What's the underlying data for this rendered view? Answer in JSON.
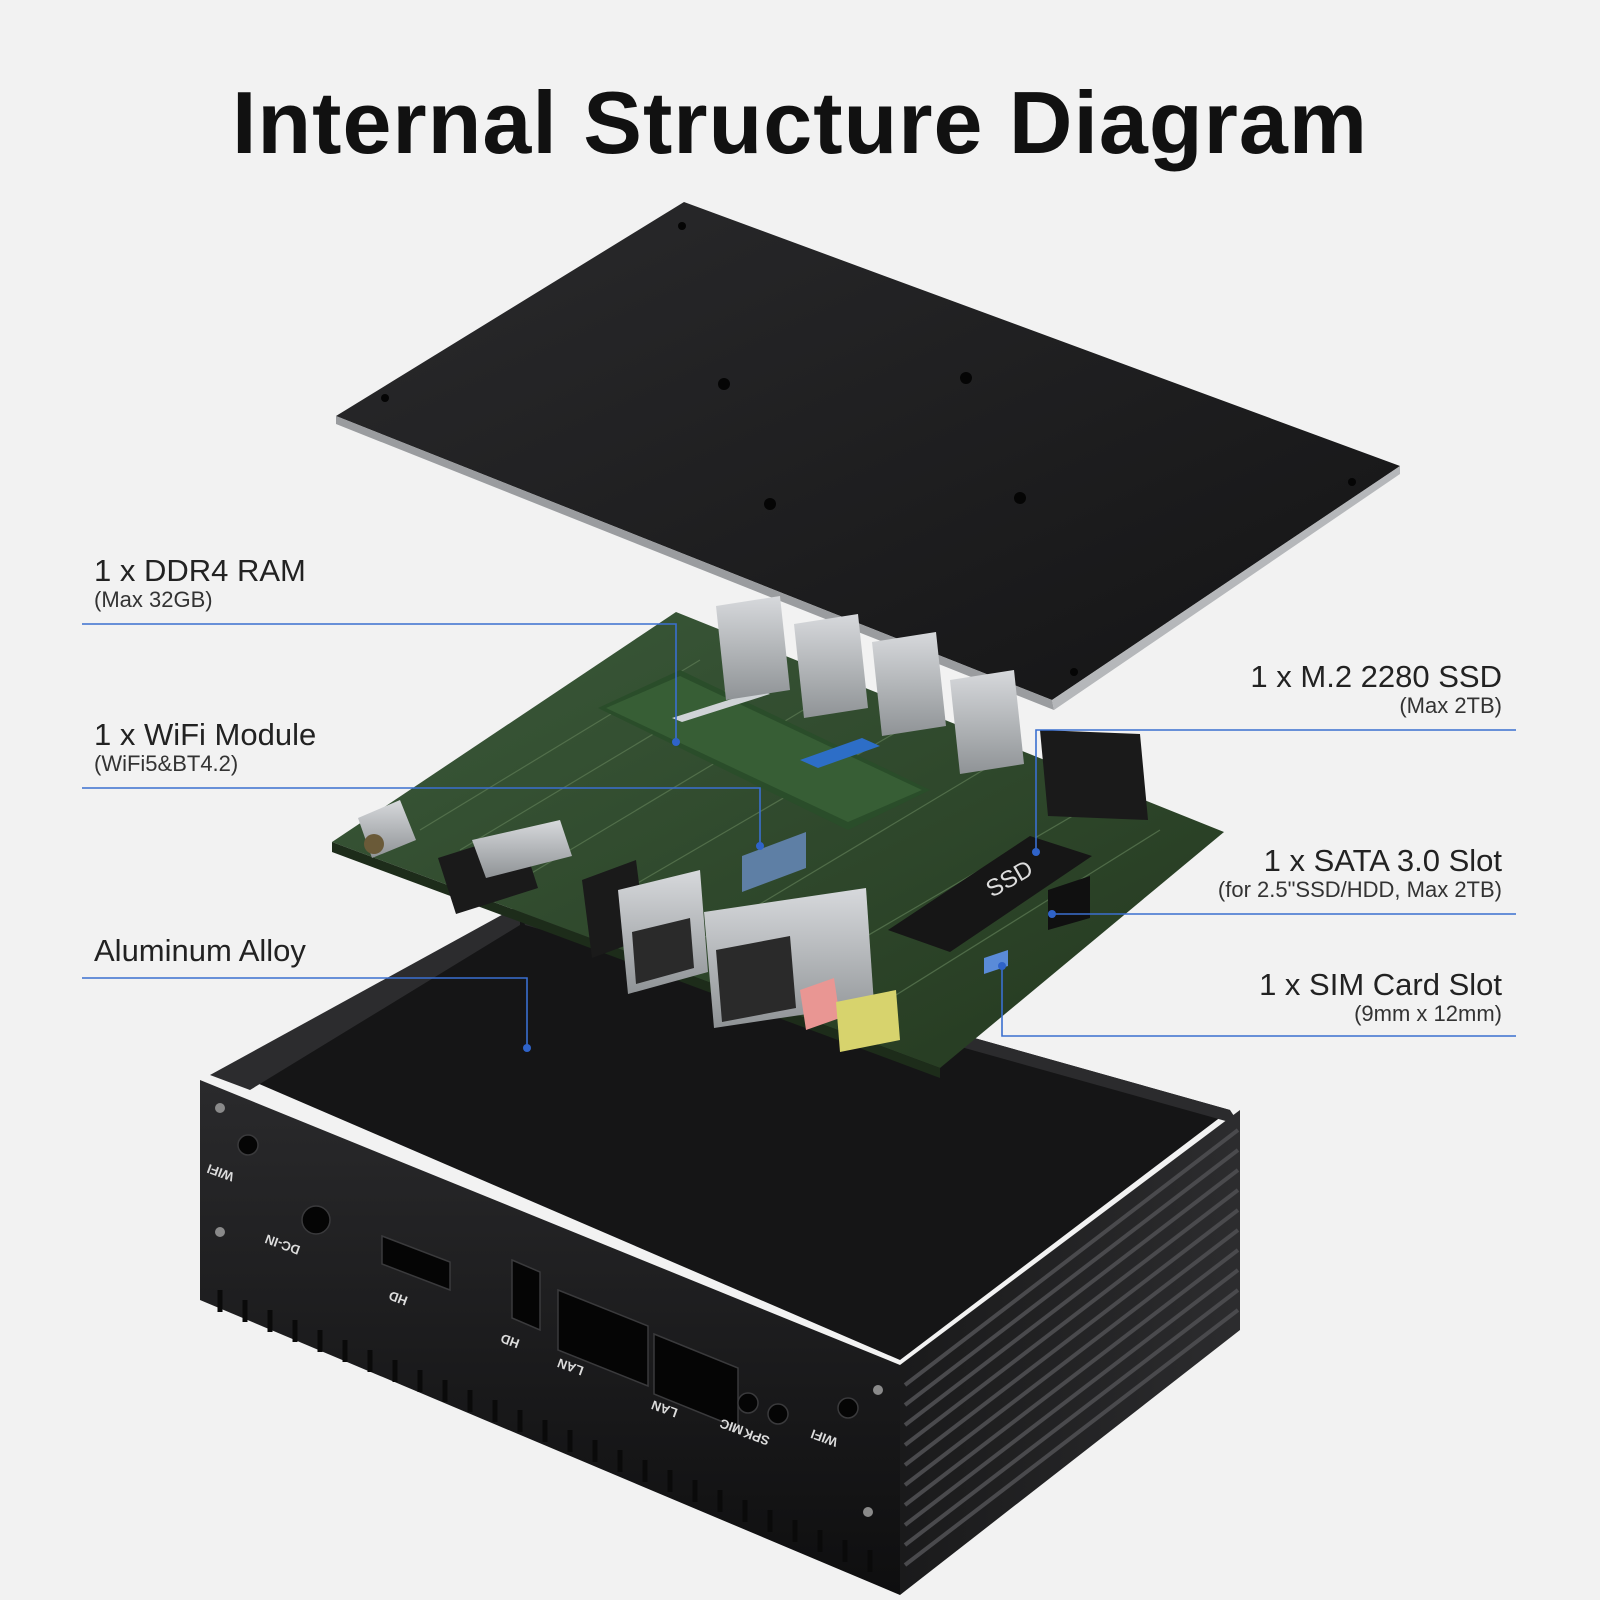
{
  "title": "Internal Structure Diagram",
  "callouts": {
    "ram": {
      "main": "1 x DDR4 RAM",
      "sub": "(Max 32GB)"
    },
    "wifi": {
      "main": "1 x WiFi Module",
      "sub": "(WiFi5&BT4.2)"
    },
    "alloy": {
      "main": "Aluminum Alloy"
    },
    "ssd": {
      "main": "1 x M.2 2280 SSD",
      "sub": "(Max 2TB)"
    },
    "sata": {
      "main": "1 x SATA 3.0 Slot",
      "sub": "(for 2.5\"SSD/HDD, Max 2TB)"
    },
    "sim": {
      "main": "1 x SIM Card Slot",
      "sub": "(9mm x 12mm)"
    }
  },
  "board_labels": {
    "ssd": "SSD"
  },
  "port_labels": {
    "wifi_left": "WIFI",
    "dc_in": "DC-IN",
    "hd_1": "HD",
    "hd_2": "HD",
    "lan_1": "LAN",
    "lan_2": "LAN",
    "mic": "MIC",
    "spk": "SPK",
    "wifi_right": "WIFI"
  },
  "colors": {
    "background": "#f2f2f2",
    "leader_line": "#3a6fd0",
    "case": "#1c1c1e",
    "pcb": "#2f4a30",
    "lid": "#1d1d1f"
  }
}
